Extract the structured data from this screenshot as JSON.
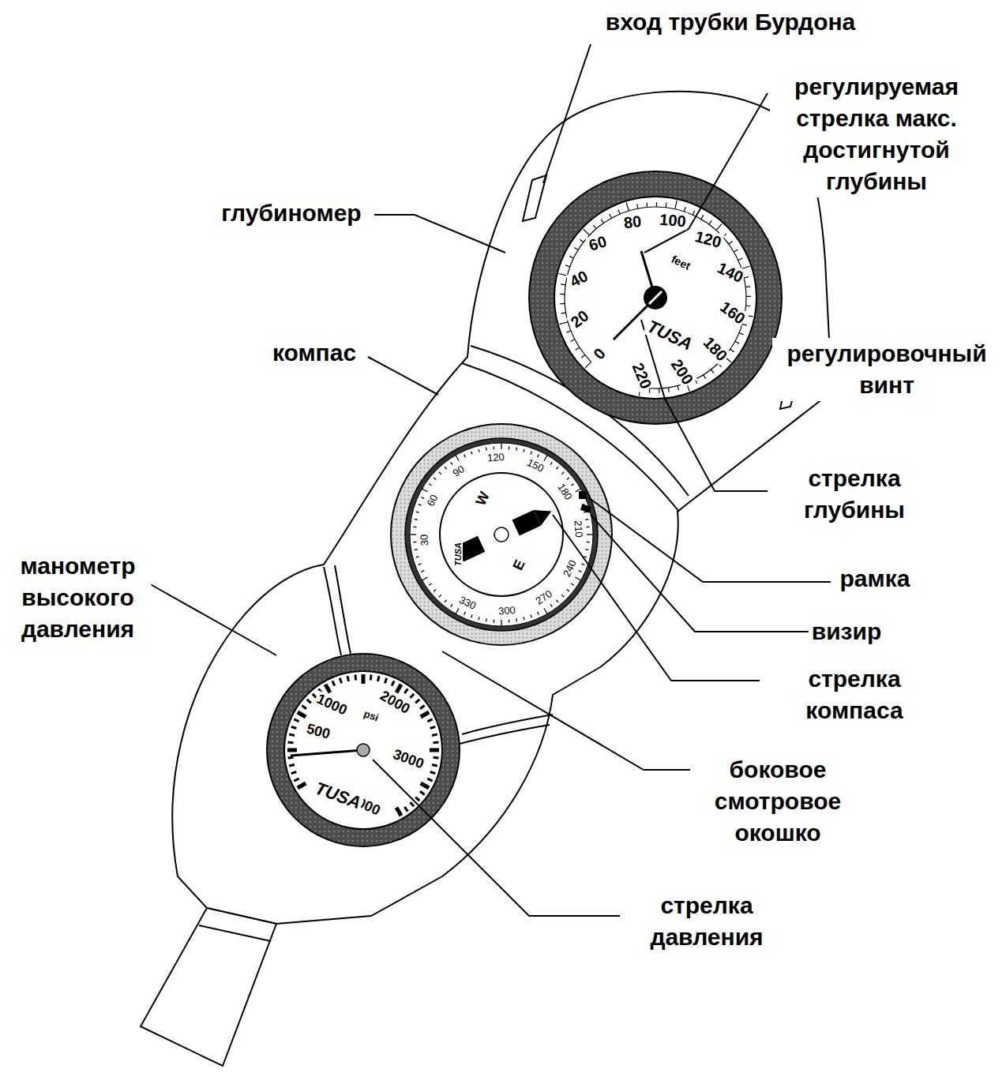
{
  "diagram": {
    "labels": [
      "вход трубки Бурдона",
      "регулируемая стрелка макс. достигнутой глубины",
      "глубиномер",
      "компас",
      "регулировочный винт",
      "стрелка глубины",
      "манометр высокого давления",
      "рамка",
      "визир",
      "стрелка компаса",
      "боковое смотровое окошко",
      "стрелка давления",
      "0",
      "20",
      "40",
      "60",
      "80",
      "100",
      "120",
      "140",
      "160",
      "180",
      "200",
      "220",
      "feet",
      "TUSA",
      "30",
      "60",
      "90",
      "120",
      "150",
      "180",
      "210",
      "240",
      "270",
      "300",
      "330",
      "W",
      "E",
      "TUSA",
      "500",
      "1000",
      "2000",
      "3000",
      "4000",
      "psi",
      "TUSA"
    ]
  }
}
